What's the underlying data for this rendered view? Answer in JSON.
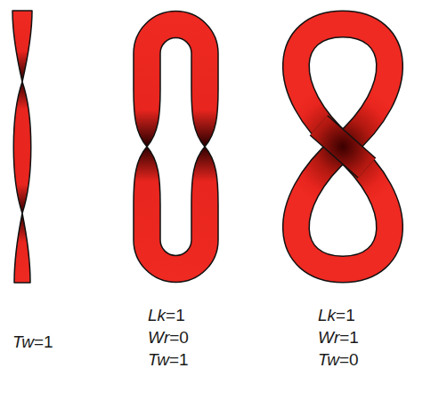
{
  "diagram": {
    "labels": [
      "Tw=1",
      "Lk=1",
      "Wr=0",
      "Tw=1",
      "Lk=1",
      "Wr=1",
      "Tw=0"
    ]
  }
}
